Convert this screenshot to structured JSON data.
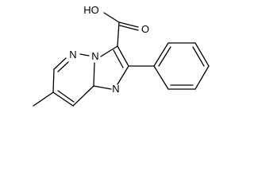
{
  "molecule": {
    "atom_labels": {
      "oh": "HO",
      "o": "O",
      "n1": "N",
      "n2": "N",
      "n3": "N"
    },
    "line_color": "#000000",
    "background": "#ffffff"
  }
}
